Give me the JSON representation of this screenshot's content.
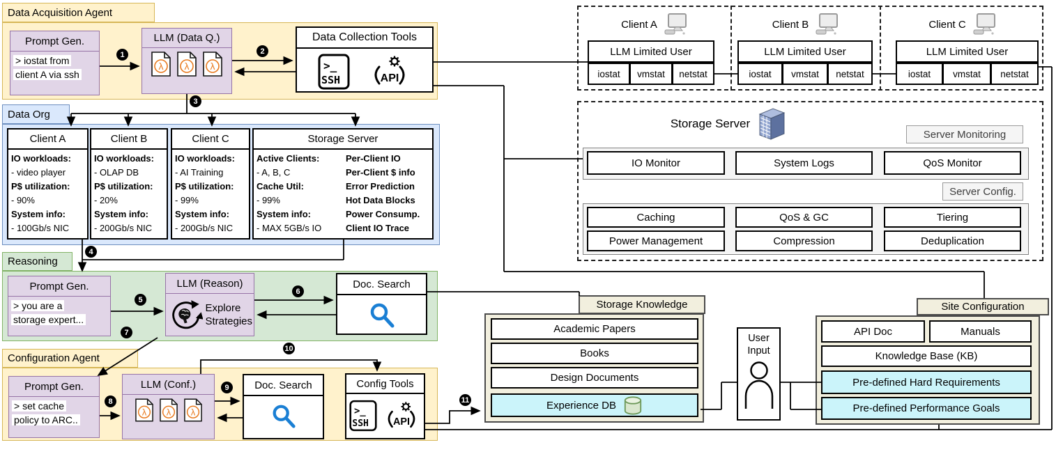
{
  "palette": {
    "agent_yellow": "#FFF2CC",
    "yellow_border": "#D6B656",
    "purple": "#E1D5E7",
    "purple_border": "#9673A6",
    "blue": "#DAE8FC",
    "blue_border": "#6C8EBF",
    "green": "#D5E8D4",
    "green_border": "#82B366",
    "cyan_highlight": "#CBF4FA",
    "cream": "#F2EFDE",
    "search_blue": "#1a7fd4",
    "lambda_orange": "#E8791E"
  },
  "icons": {
    "lambda": "λ"
  },
  "steps": [
    "1",
    "2",
    "3",
    "4",
    "5",
    "6",
    "7",
    "8",
    "9",
    "10",
    "11"
  ],
  "data_acquisition": {
    "tab": "Data Acquisition Agent",
    "prompt_gen": {
      "title": "Prompt Gen.",
      "lines": [
        "> iostat from",
        "client A via ssh"
      ]
    },
    "llm": {
      "title": "LLM (Data Q.)"
    },
    "tools": {
      "title": "Data Collection Tools",
      "ssh_top": ">_",
      "ssh_bottom": "SSH",
      "api": "API"
    }
  },
  "data_org": {
    "tab": "Data Org",
    "clients": [
      {
        "title": "Client A",
        "lines": [
          "IO workloads:",
          "- video player",
          "P$ utilization:",
          "- 90%",
          "System info:",
          "- 100Gb/s NIC"
        ]
      },
      {
        "title": "Client B",
        "lines": [
          "IO workloads:",
          "- OLAP DB",
          "P$ utilization:",
          "- 20%",
          "System info:",
          "- 200Gb/s NIC"
        ]
      },
      {
        "title": "Client C",
        "lines": [
          "IO workloads:",
          "- AI Training",
          "P$ utilization:",
          "- 99%",
          "System info:",
          "- 200Gb/s NIC"
        ]
      }
    ],
    "storage_server": {
      "title": "Storage Server",
      "left_lines": [
        "Active Clients:",
        "- A, B, C",
        "Cache Util:",
        "- 99%",
        "System info:",
        "- MAX 5GB/s IO"
      ],
      "right_lines": [
        "Per-Client IO",
        "Per-Client $ info",
        "Error Prediction",
        "Hot Data Blocks",
        "Power Consump.",
        "Client IO Trace"
      ]
    }
  },
  "reasoning": {
    "tab": "Reasoning",
    "prompt_gen": {
      "title": "Prompt Gen.",
      "lines": [
        "> you are a",
        "storage expert..."
      ]
    },
    "llm": {
      "title": "LLM (Reason)",
      "caption_line1": "Explore",
      "caption_line2": "Strategies"
    },
    "doc_search": {
      "title": "Doc. Search"
    }
  },
  "configuration": {
    "tab": "Configuration Agent",
    "prompt_gen": {
      "title": "Prompt Gen.",
      "lines": [
        "> set cache",
        "policy to ARC.."
      ]
    },
    "llm": {
      "title": "LLM (Conf.)"
    },
    "doc_search": {
      "title": "Doc. Search"
    },
    "tools": {
      "title": "Config Tools",
      "ssh_top": ">_",
      "ssh_bottom": "SSH",
      "api": "API"
    }
  },
  "clients_panel": {
    "clients": [
      {
        "name": "Client A",
        "user": "LLM Limited User",
        "tools": [
          "iostat",
          "vmstat",
          "netstat"
        ]
      },
      {
        "name": "Client B",
        "user": "LLM Limited User",
        "tools": [
          "iostat",
          "vmstat",
          "netstat"
        ]
      },
      {
        "name": "Client C",
        "user": "LLM Limited User",
        "tools": [
          "iostat",
          "vmstat",
          "netstat"
        ]
      }
    ]
  },
  "server_panel": {
    "title": "Storage Server",
    "monitoring_label": "Server Monitoring",
    "monitoring": [
      "IO Monitor",
      "System Logs",
      "QoS Monitor"
    ],
    "config_label": "Server Config.",
    "config": [
      "Caching",
      "QoS & GC",
      "Tiering",
      "Power Management",
      "Compression",
      "Deduplication"
    ]
  },
  "knowledge_panel": {
    "tab": "Storage Knowledge",
    "items": [
      "Academic Papers",
      "Books",
      "Design Documents"
    ],
    "highlight": "Experience DB"
  },
  "user_input": {
    "line1": "User",
    "line2": "Input"
  },
  "site_panel": {
    "tab": "Site Configuration",
    "row1": [
      "API Doc",
      "Manuals"
    ],
    "kb": "Knowledge Base (KB)",
    "hard": "Pre-defined Hard Requirements",
    "goals": "Pre-defined Performance Goals"
  }
}
